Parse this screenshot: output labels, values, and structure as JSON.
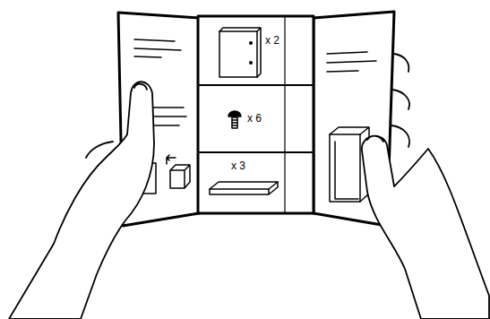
{
  "diagram": {
    "labels": [
      "x 2",
      "x 6",
      "x 3"
    ]
  }
}
